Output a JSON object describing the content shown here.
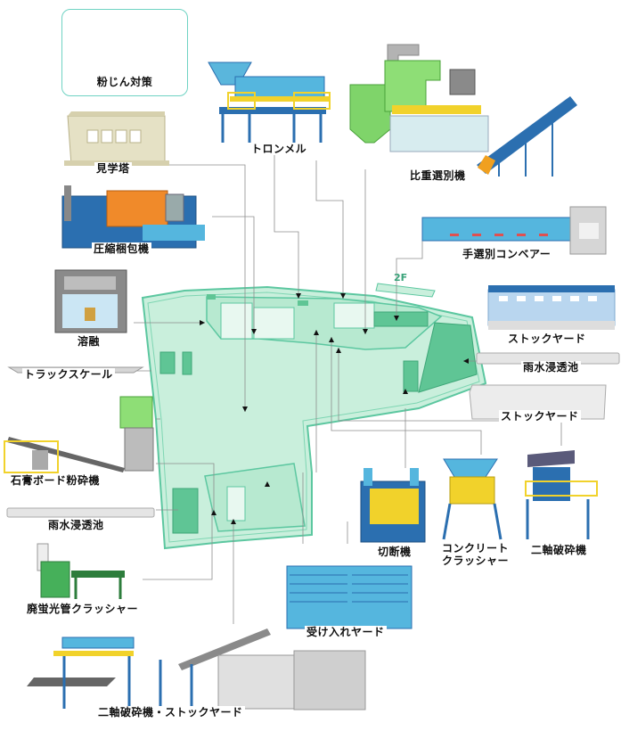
{
  "labels": {
    "dust": "粉じん対策",
    "tower": "見学塔",
    "trommel": "トロンメル",
    "gravity": "比重選別機",
    "baler": "圧縮梱包機",
    "hand_sort": "手選別コンベアー",
    "floor": "2F",
    "melt": "溶融",
    "stock_yard_1": "ストックヤード",
    "truck_scale": "トラックスケール",
    "rain_pond_1": "雨水浸透池",
    "stock_yard_2": "ストックヤード",
    "gypsum": "石膏ボード粉砕機",
    "rain_pond_2": "雨水浸透池",
    "cutter": "切断機",
    "concrete_line1": "コンクリート",
    "concrete_line2": "クラッシャー",
    "twin_shaft_1": "二軸破砕機",
    "fluorescent": "廃蛍光管クラッシャー",
    "receiving": "受け入れヤード",
    "twin_stock": "二軸破砕機・ストックヤード"
  },
  "colors": {
    "facility_fill": "#c9efdc",
    "facility_edge": "#5cc7a0",
    "building_dark": "#5fc595",
    "machine_blue": "#2b6fb0",
    "machine_cyan": "#55b6de",
    "machine_yellow": "#f1d22b",
    "machine_green": "#7fd46a",
    "leader_line": "#8d8d8d"
  },
  "icons": [
    "fan-icon",
    "arrow-icon"
  ]
}
